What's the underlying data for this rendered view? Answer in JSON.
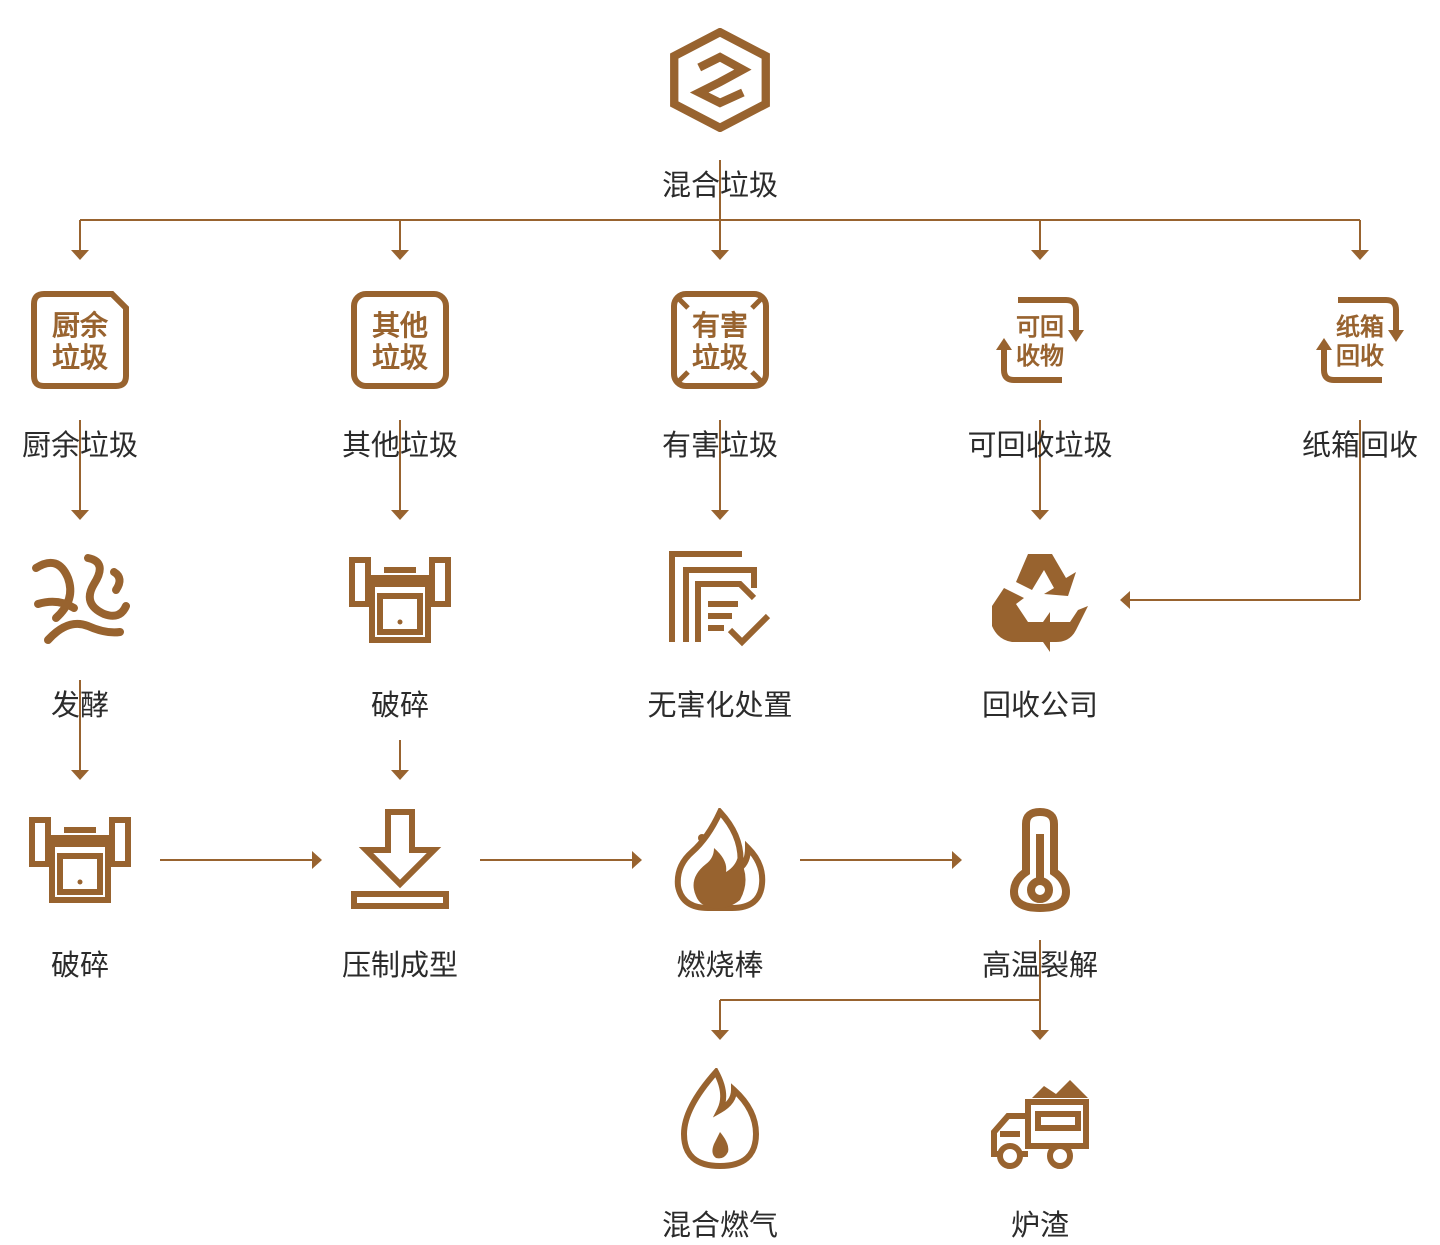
{
  "accent_color": "#98632f",
  "text_color": "#2b2b2b",
  "nodes": {
    "mixed": {
      "label": "混合垃圾",
      "icon": "hexagon-logo-icon"
    },
    "kitchen": {
      "label": "厨余垃圾",
      "icon": "kitchen-waste-tag-icon",
      "badge_line1": "厨余",
      "badge_line2": "垃圾"
    },
    "other": {
      "label": "其他垃圾",
      "icon": "other-waste-tag-icon",
      "badge_line1": "其他",
      "badge_line2": "垃圾"
    },
    "hazardous": {
      "label": "有害垃圾",
      "icon": "hazardous-waste-tag-icon",
      "badge_line1": "有害",
      "badge_line2": "垃圾"
    },
    "recyclable": {
      "label": "可回收垃圾",
      "icon": "recyclable-tag-icon",
      "badge_line1": "可回",
      "badge_line2": "收物"
    },
    "carton": {
      "label": "纸箱回收",
      "icon": "carton-recycle-tag-icon",
      "badge_line1": "纸箱",
      "badge_line2": "回收"
    },
    "ferment": {
      "label": "发酵",
      "icon": "worms-icon"
    },
    "crush1": {
      "label": "破碎",
      "icon": "crusher-machine-icon"
    },
    "harmless": {
      "label": "无害化处置",
      "icon": "document-check-icon"
    },
    "recycle_co": {
      "label": "回收公司",
      "icon": "recycle-icon"
    },
    "crush2": {
      "label": "破碎",
      "icon": "crusher-machine-icon"
    },
    "press": {
      "label": "压制成型",
      "icon": "press-down-icon"
    },
    "fuel_rod": {
      "label": "燃烧棒",
      "icon": "flame-icon"
    },
    "pyrolysis": {
      "label": "高温裂解",
      "icon": "thermometer-icon"
    },
    "mixed_gas": {
      "label": "混合燃气",
      "icon": "gas-flame-icon"
    },
    "slag": {
      "label": "炉渣",
      "icon": "dump-truck-icon"
    }
  }
}
